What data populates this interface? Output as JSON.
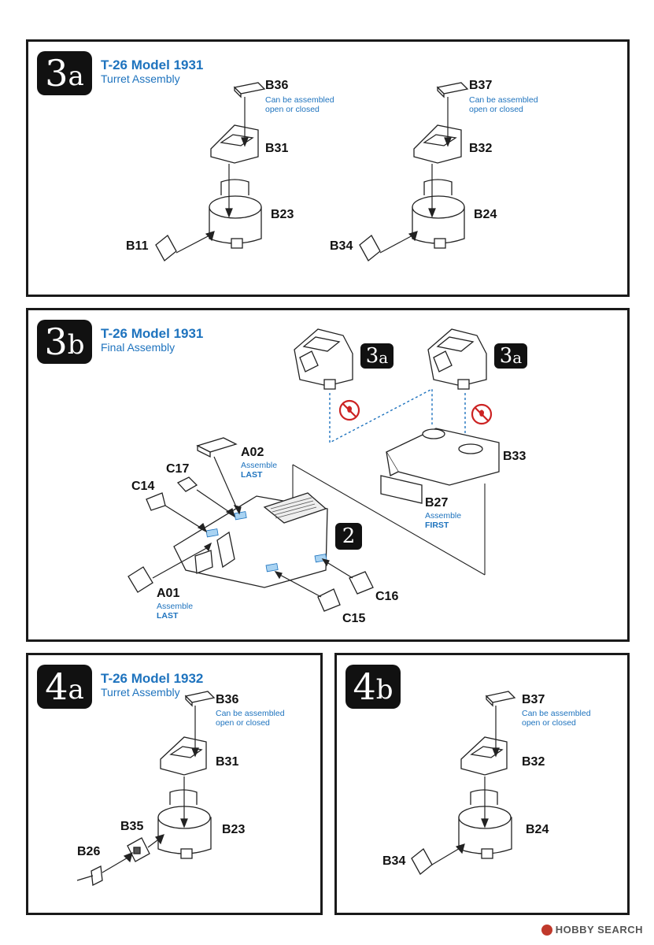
{
  "panels": {
    "p3a": {
      "step": {
        "number": "3",
        "letter": "a"
      },
      "title": "T-26 Model 1931",
      "subtitle": "Turret Assembly",
      "left": {
        "hatch": "B36",
        "hatch_note": [
          "Can be assembled",
          "open or closed"
        ],
        "top": "B31",
        "body": "B23",
        "plate": "B11"
      },
      "right": {
        "hatch": "B37",
        "hatch_note": [
          "Can be assembled",
          "open or closed"
        ],
        "top": "B32",
        "body": "B24",
        "plate": "B34"
      }
    },
    "p3b": {
      "step": {
        "number": "3",
        "letter": "b"
      },
      "title": "T-26 Model 1931",
      "subtitle": "Final Assembly",
      "ref_left": {
        "number": "3",
        "letter": "a"
      },
      "ref_right": {
        "number": "3",
        "letter": "a"
      },
      "ref_hull": "2",
      "parts": {
        "a02": "A02",
        "a02_note": [
          "Assemble",
          "LAST"
        ],
        "c17": "C17",
        "c14": "C14",
        "a01": "A01",
        "a01_note": [
          "Assemble",
          "LAST"
        ],
        "c16": "C16",
        "c15": "C15",
        "b33": "B33",
        "b27": "B27",
        "b27_note": [
          "Assemble",
          "FIRST"
        ]
      }
    },
    "p4a": {
      "step": {
        "number": "4",
        "letter": "a"
      },
      "title": "T-26 Model 1932",
      "subtitle": "Turret Assembly",
      "hatch": "B36",
      "hatch_note": [
        "Can be assembled",
        "open or closed"
      ],
      "top": "B31",
      "body": "B23",
      "mantlet": "B35",
      "gun": "B26"
    },
    "p4b": {
      "step": {
        "number": "4",
        "letter": "b"
      },
      "hatch": "B37",
      "hatch_note": [
        "Can be assembled",
        "open or closed"
      ],
      "top": "B32",
      "body": "B24",
      "plate": "B34"
    }
  },
  "footer": {
    "brand": "HOBBY SEARCH"
  },
  "colors": {
    "accent": "#1e73be",
    "badge": "#111111",
    "prohibit": "#cc2222"
  }
}
